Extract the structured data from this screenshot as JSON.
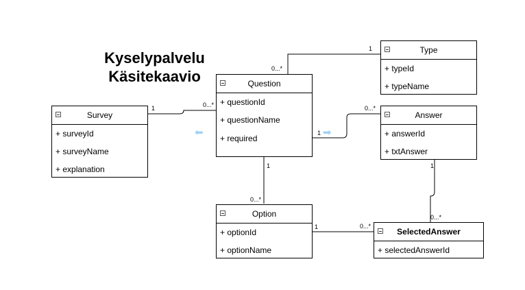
{
  "title": {
    "line1": "Kyselypalvelu",
    "line2": "Käsitekaavio"
  },
  "classes": {
    "survey": {
      "name": "Survey",
      "attrs": [
        "+ surveyId",
        "+ surveyName",
        "+ explanation"
      ]
    },
    "question": {
      "name": "Question",
      "attrs": [
        "+ questionId",
        "+ questionName",
        "+ required"
      ]
    },
    "type": {
      "name": "Type",
      "attrs": [
        "+ typeId",
        "+ typeName"
      ]
    },
    "answer": {
      "name": "Answer",
      "attrs": [
        "+ answerId",
        "+ txtAnswer"
      ]
    },
    "option": {
      "name": "Option",
      "attrs": [
        "+ optionId",
        "+ optionName"
      ]
    },
    "selected": {
      "name": "SelectedAnswer",
      "attrs": [
        "+ selectedAnswerId"
      ]
    }
  },
  "multiplicities": {
    "survey_question_one": "1",
    "survey_question_many": "0...*",
    "question_type_many": "0...*",
    "question_type_one": "1",
    "question_answer_one": "1",
    "question_answer_many": "0...*",
    "question_option_one": "1",
    "question_option_many": "0...*",
    "option_selected_one": "1",
    "option_selected_many": "0...*",
    "answer_selected_one": "1",
    "answer_selected_many": "0...*"
  },
  "colors": {
    "line": "#000000",
    "hint": "#9fd0f5"
  }
}
